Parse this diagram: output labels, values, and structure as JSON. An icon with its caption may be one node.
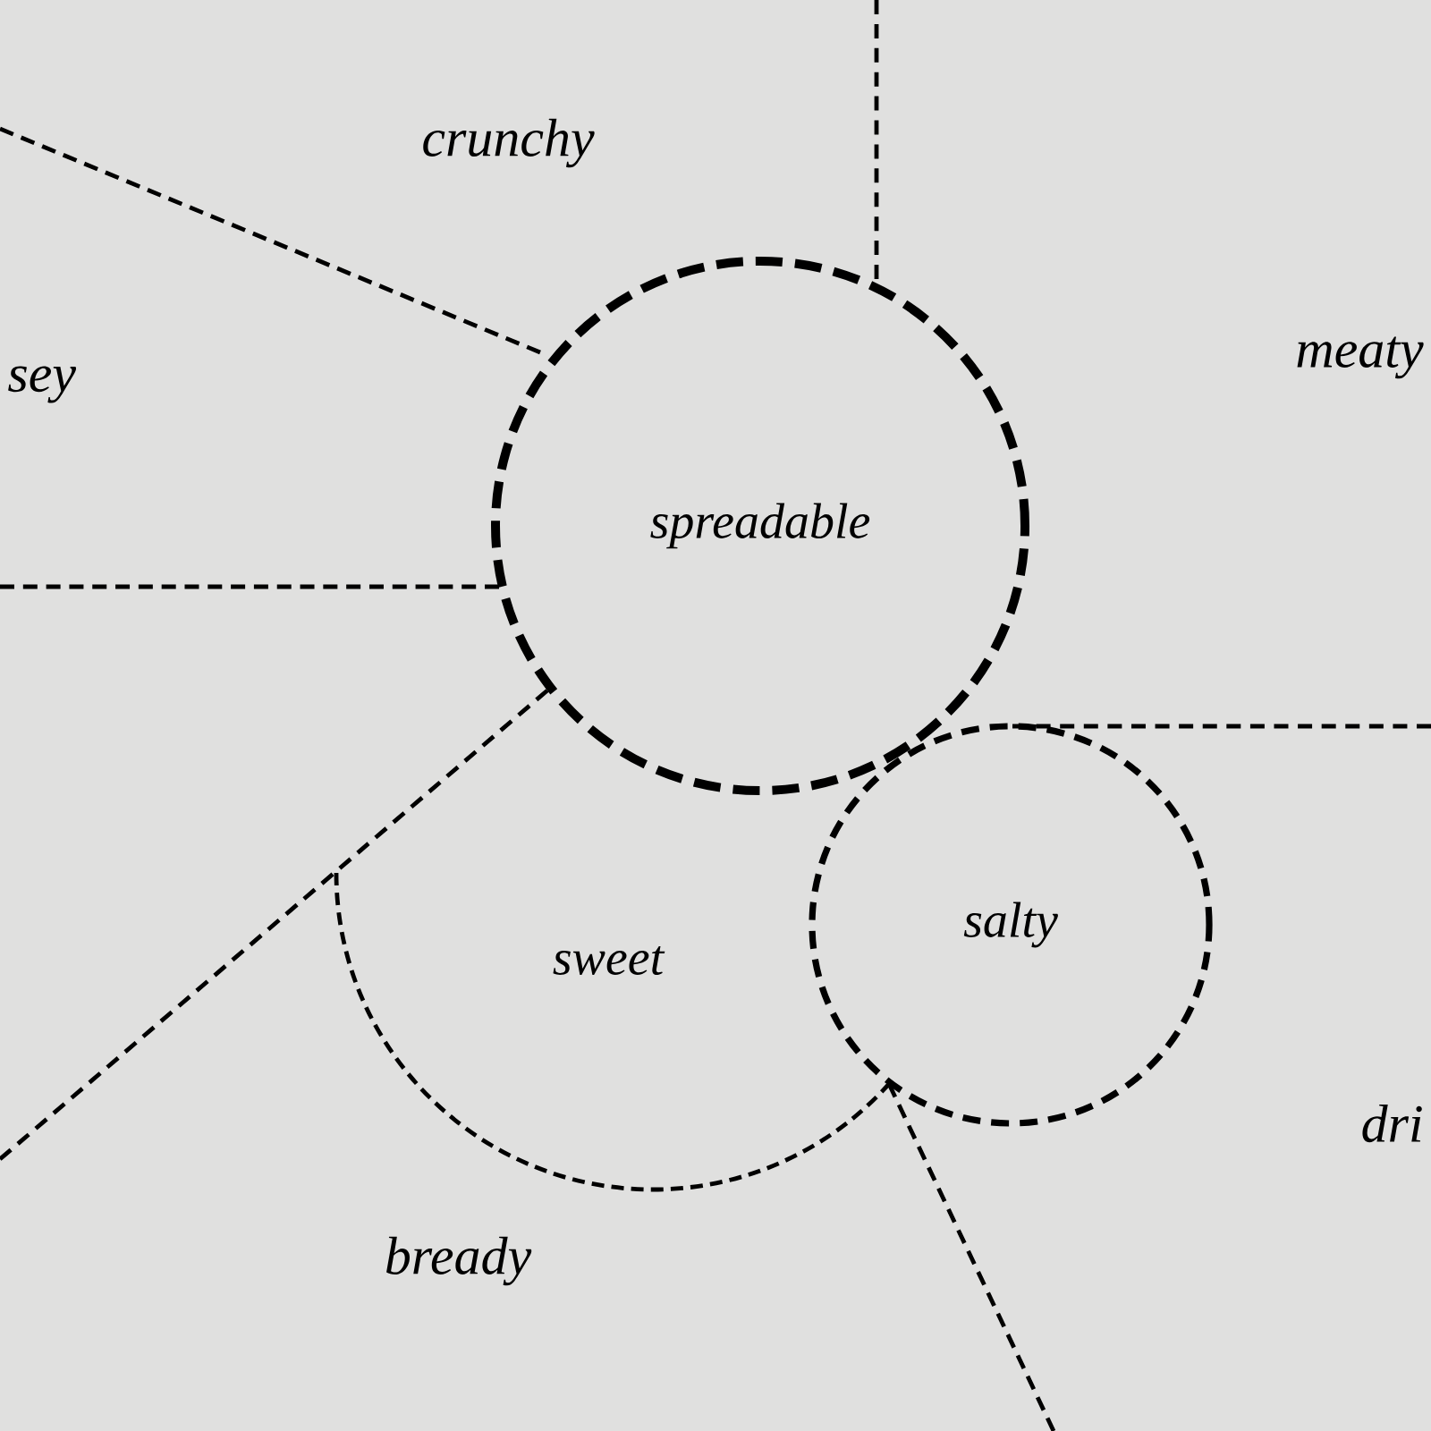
{
  "diagram": {
    "nodes": [
      {
        "text": [
          "spreadable"
        ]
      },
      {
        "text": [
          "salty"
        ]
      },
      {
        "text": [
          "sweet"
        ]
      }
    ],
    "labels": [
      "crunchy",
      "sey",
      "meaty",
      "dri",
      "bready"
    ]
  }
}
